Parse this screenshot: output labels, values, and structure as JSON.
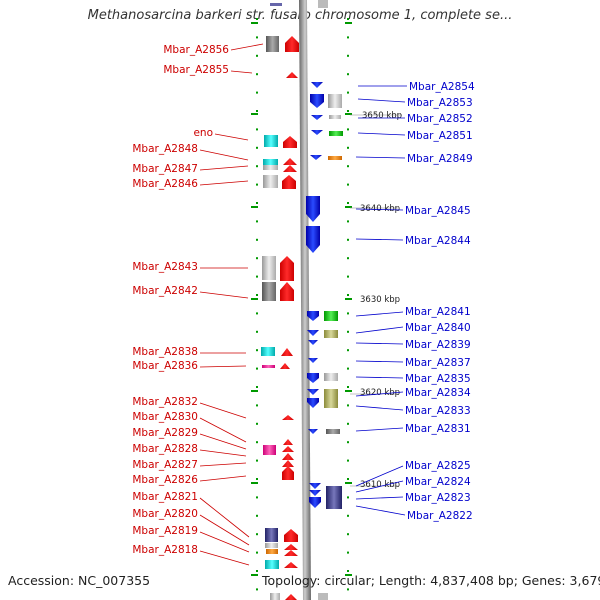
{
  "title": "Methanosarcina barkeri str. fusaro chromosome 1, complete se...",
  "footer": {
    "accession": "Accession: NC_007355",
    "stats": "Topology: circular; Length: 4,837,408 bp; Genes: 3,679"
  },
  "colors": {
    "reverse_strand": "#dd0000",
    "forward_strand": "#0000cc",
    "axis": "#999999",
    "tick": "#009900"
  },
  "scale_labels": [
    "3650 kbp",
    "3640 kbp",
    "3630 kbp",
    "3620 kbp",
    "3610 kbp"
  ],
  "left_genes": [
    "Mbar_A2856",
    "Mbar_A2855",
    "eno",
    "Mbar_A2848",
    "Mbar_A2847",
    "Mbar_A2846",
    "Mbar_A2843",
    "Mbar_A2842",
    "Mbar_A2838",
    "Mbar_A2836",
    "Mbar_A2832",
    "Mbar_A2830",
    "Mbar_A2829",
    "Mbar_A2828",
    "Mbar_A2827",
    "Mbar_A2826",
    "Mbar_A2821",
    "Mbar_A2820",
    "Mbar_A2819",
    "Mbar_A2818"
  ],
  "right_genes": [
    "Mbar_A2854",
    "Mbar_A2853",
    "Mbar_A2852",
    "Mbar_A2851",
    "Mbar_A2849",
    "Mbar_A2845",
    "Mbar_A2844",
    "Mbar_A2841",
    "Mbar_A2840",
    "Mbar_A2839",
    "Mbar_A2837",
    "Mbar_A2835",
    "Mbar_A2834",
    "Mbar_A2833",
    "Mbar_A2831",
    "Mbar_A2825",
    "Mbar_A2824",
    "Mbar_A2823",
    "Mbar_A2822"
  ]
}
